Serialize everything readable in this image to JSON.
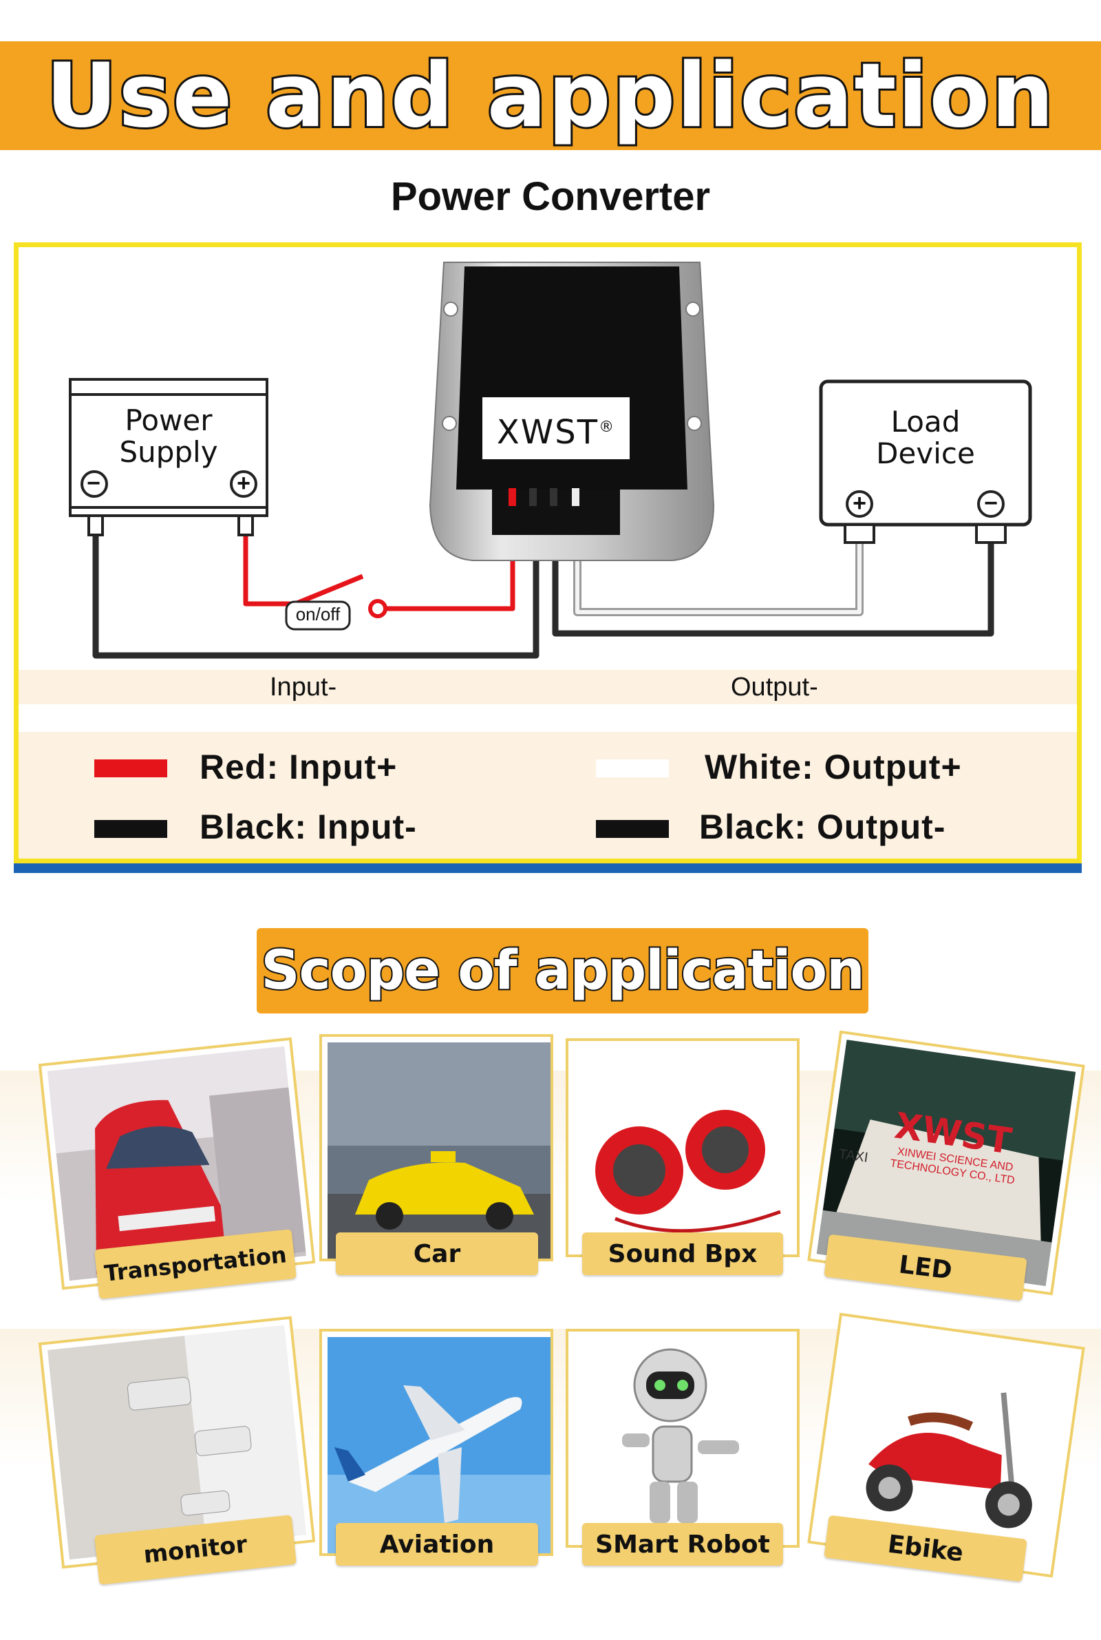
{
  "header": {
    "title": "Use and application"
  },
  "converter": {
    "subtitle": "Power Converter",
    "brand": "XWST",
    "brand_mark": "®",
    "power_supply_label_1": "Power",
    "power_supply_label_2": "Supply",
    "load_device_label_1": "Load",
    "load_device_label_2": "Device",
    "minus_symbol": "−",
    "plus_symbol": "+",
    "switch_label": "on/off",
    "input_label": "Input-",
    "output_label": "Output-"
  },
  "legend": [
    {
      "text": "Red: Input+",
      "color": "#e5141a"
    },
    {
      "text": "White: Output+",
      "color": "#ffffff"
    },
    {
      "text": "Black: Input-",
      "color": "#111111"
    },
    {
      "text": "Black: Output-",
      "color": "#111111"
    }
  ],
  "scope": {
    "title": "Scope of application",
    "items": [
      {
        "label": "Transportation",
        "icon": "train-icon"
      },
      {
        "label": "Car",
        "icon": "taxi-car-icon"
      },
      {
        "label": "Sound Bpx",
        "icon": "speakers-icon"
      },
      {
        "label": "LED",
        "icon": "taxi-led-sign-icon",
        "sign_text": "XWST",
        "sign_sub_1": "XINWEI SCIENCE AND",
        "sign_sub_2": "TECHNOLOGY CO., LTD",
        "taxi_text": "TAXI"
      },
      {
        "label": "monitor",
        "icon": "security-camera-icon"
      },
      {
        "label": "Aviation",
        "icon": "airplane-icon"
      },
      {
        "label": "SMart Robot",
        "icon": "robot-icon"
      },
      {
        "label": "Ebike",
        "icon": "scooter-icon"
      }
    ]
  },
  "colors": {
    "accent": "#f4a321",
    "frame": "#f6e222",
    "bottom_bar": "#1d63b5",
    "tag": "#f3cf6f",
    "band": "#fdf1e1"
  }
}
